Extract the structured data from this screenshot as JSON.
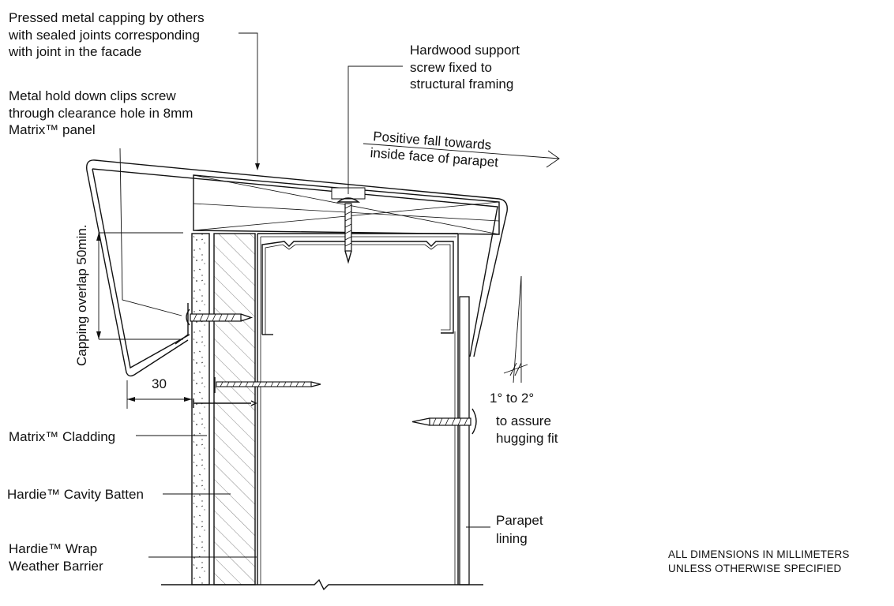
{
  "labels": {
    "capping_l1": "Pressed metal capping by others",
    "capping_l2": "with sealed joints corresponding",
    "capping_l3": "with joint in the facade",
    "hardwood_l1": "Hardwood support",
    "hardwood_l2": "screw fixed to",
    "hardwood_l3": "structural framing",
    "clips_l1": "Metal hold down clips screw",
    "clips_l2": "through clearance hole in 8mm",
    "clips_l3": "Matrix™ panel",
    "fall_l1": "Positive fall towards",
    "fall_l2": "inside face of parapet",
    "overlap": "Capping overlap 50min.",
    "dim_30": "30",
    "slope_l1": "1° to 2°",
    "slope_l2": "to assure",
    "slope_l3": "hugging fit",
    "cladding": "Matrix™ Cladding",
    "batten": "Hardie™ Cavity Batten",
    "wrap_l1": "Hardie™ Wrap",
    "wrap_l2": "Weather Barrier",
    "lining_l1": "Parapet",
    "lining_l2": "lining",
    "note_l1": "ALL DIMENSIONS IN MILLIMETERS",
    "note_l2": "UNLESS OTHERWISE SPECIFIED"
  }
}
